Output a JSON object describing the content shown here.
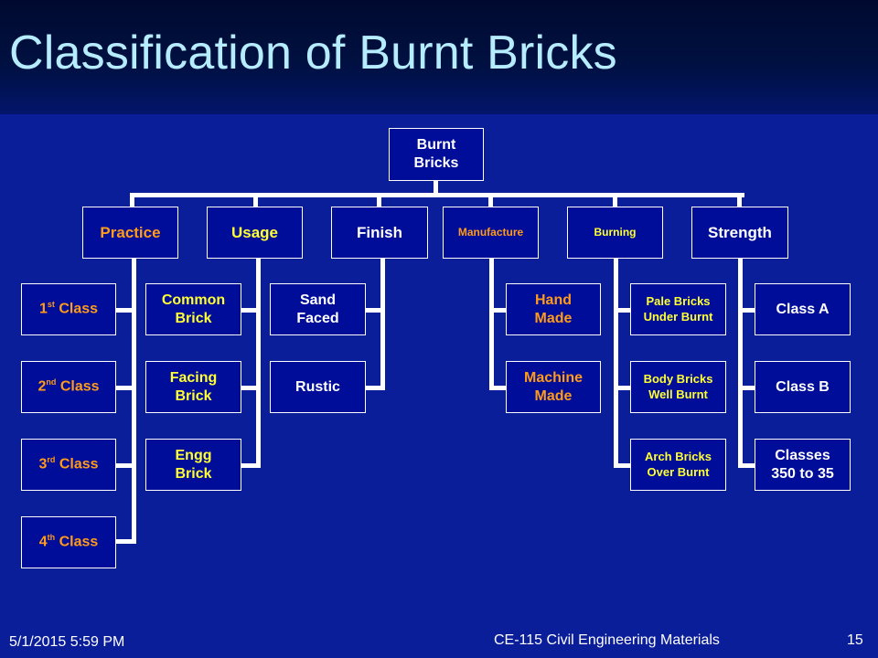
{
  "slide": {
    "title": "Classification of Burnt Bricks"
  },
  "colors": {
    "background": "#0b1e9a",
    "title": "#b5ecff",
    "orange": "#ff9a1a",
    "yellow": "#ffff33",
    "box_fill": "#000d99"
  },
  "root": {
    "line1": "Burnt",
    "line2": "Bricks"
  },
  "categories": [
    {
      "label": "Practice",
      "items": [
        {
          "ord": "1",
          "sup": "st",
          "rest": " Class"
        },
        {
          "ord": "2",
          "sup": "nd",
          "rest": " Class"
        },
        {
          "ord": "3",
          "sup": "rd",
          "rest": " Class"
        },
        {
          "ord": "4",
          "sup": "th",
          "rest": " Class"
        }
      ]
    },
    {
      "label": "Usage",
      "items": [
        {
          "line1": "Common",
          "line2": "Brick"
        },
        {
          "line1": "Facing",
          "line2": "Brick"
        },
        {
          "line1": "Engg",
          "line2": "Brick"
        }
      ]
    },
    {
      "label": "Finish",
      "items": [
        {
          "line1": "Sand",
          "line2": "Faced"
        },
        {
          "line1": "Rustic"
        }
      ]
    },
    {
      "label": "Manufacture",
      "items": [
        {
          "line1": "Hand",
          "line2": "Made"
        },
        {
          "line1": "Machine",
          "line2": "Made"
        }
      ]
    },
    {
      "label": "Burning",
      "items": [
        {
          "line1": "Pale Bricks",
          "line2": "Under Burnt"
        },
        {
          "line1": "Body Bricks",
          "line2": "Well Burnt"
        },
        {
          "line1": "Arch Bricks",
          "line2": "Over Burnt"
        }
      ]
    },
    {
      "label": "Strength",
      "items": [
        {
          "line1": "Class A"
        },
        {
          "line1": "Class B"
        },
        {
          "line1": "Classes",
          "line2": "350 to 35"
        }
      ]
    }
  ],
  "footer": {
    "date": "5/1/2015 5:59 PM",
    "course": "CE-115 Civil Engineering Materials",
    "page": "15"
  }
}
